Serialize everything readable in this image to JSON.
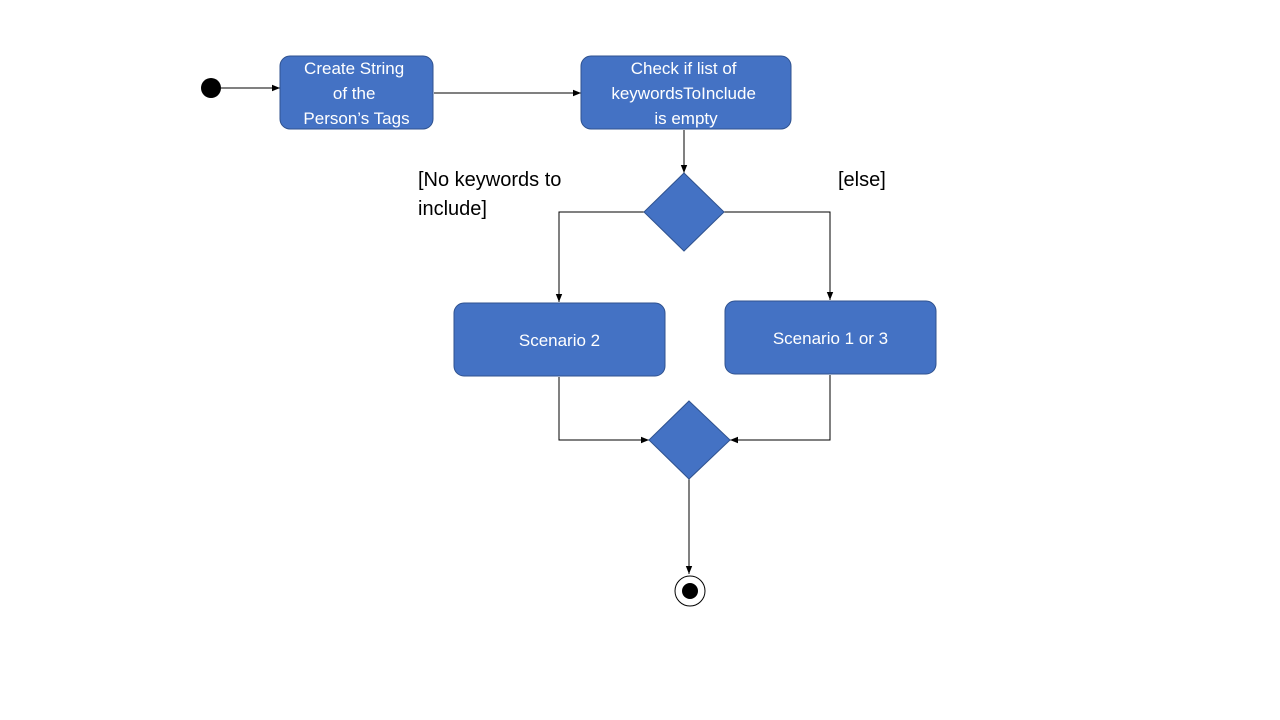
{
  "diagram": {
    "actions": {
      "create_string": [
        "Create String",
        "of the",
        "Person’s Tags"
      ],
      "check_keywords": [
        "Check if list of",
        "keywordsToInclude",
        "is empty"
      ],
      "scenario_2": [
        "Scenario 2"
      ],
      "scenario_1_or_3": [
        "Scenario 1 or 3"
      ]
    },
    "guards": {
      "no_keywords": [
        "[No keywords to",
        "include]"
      ],
      "else": [
        "[else]"
      ]
    },
    "colors": {
      "node_fill": "#4472c4",
      "node_border": "#2f528f",
      "node_text": "#ffffff",
      "edge": "#000000"
    }
  }
}
